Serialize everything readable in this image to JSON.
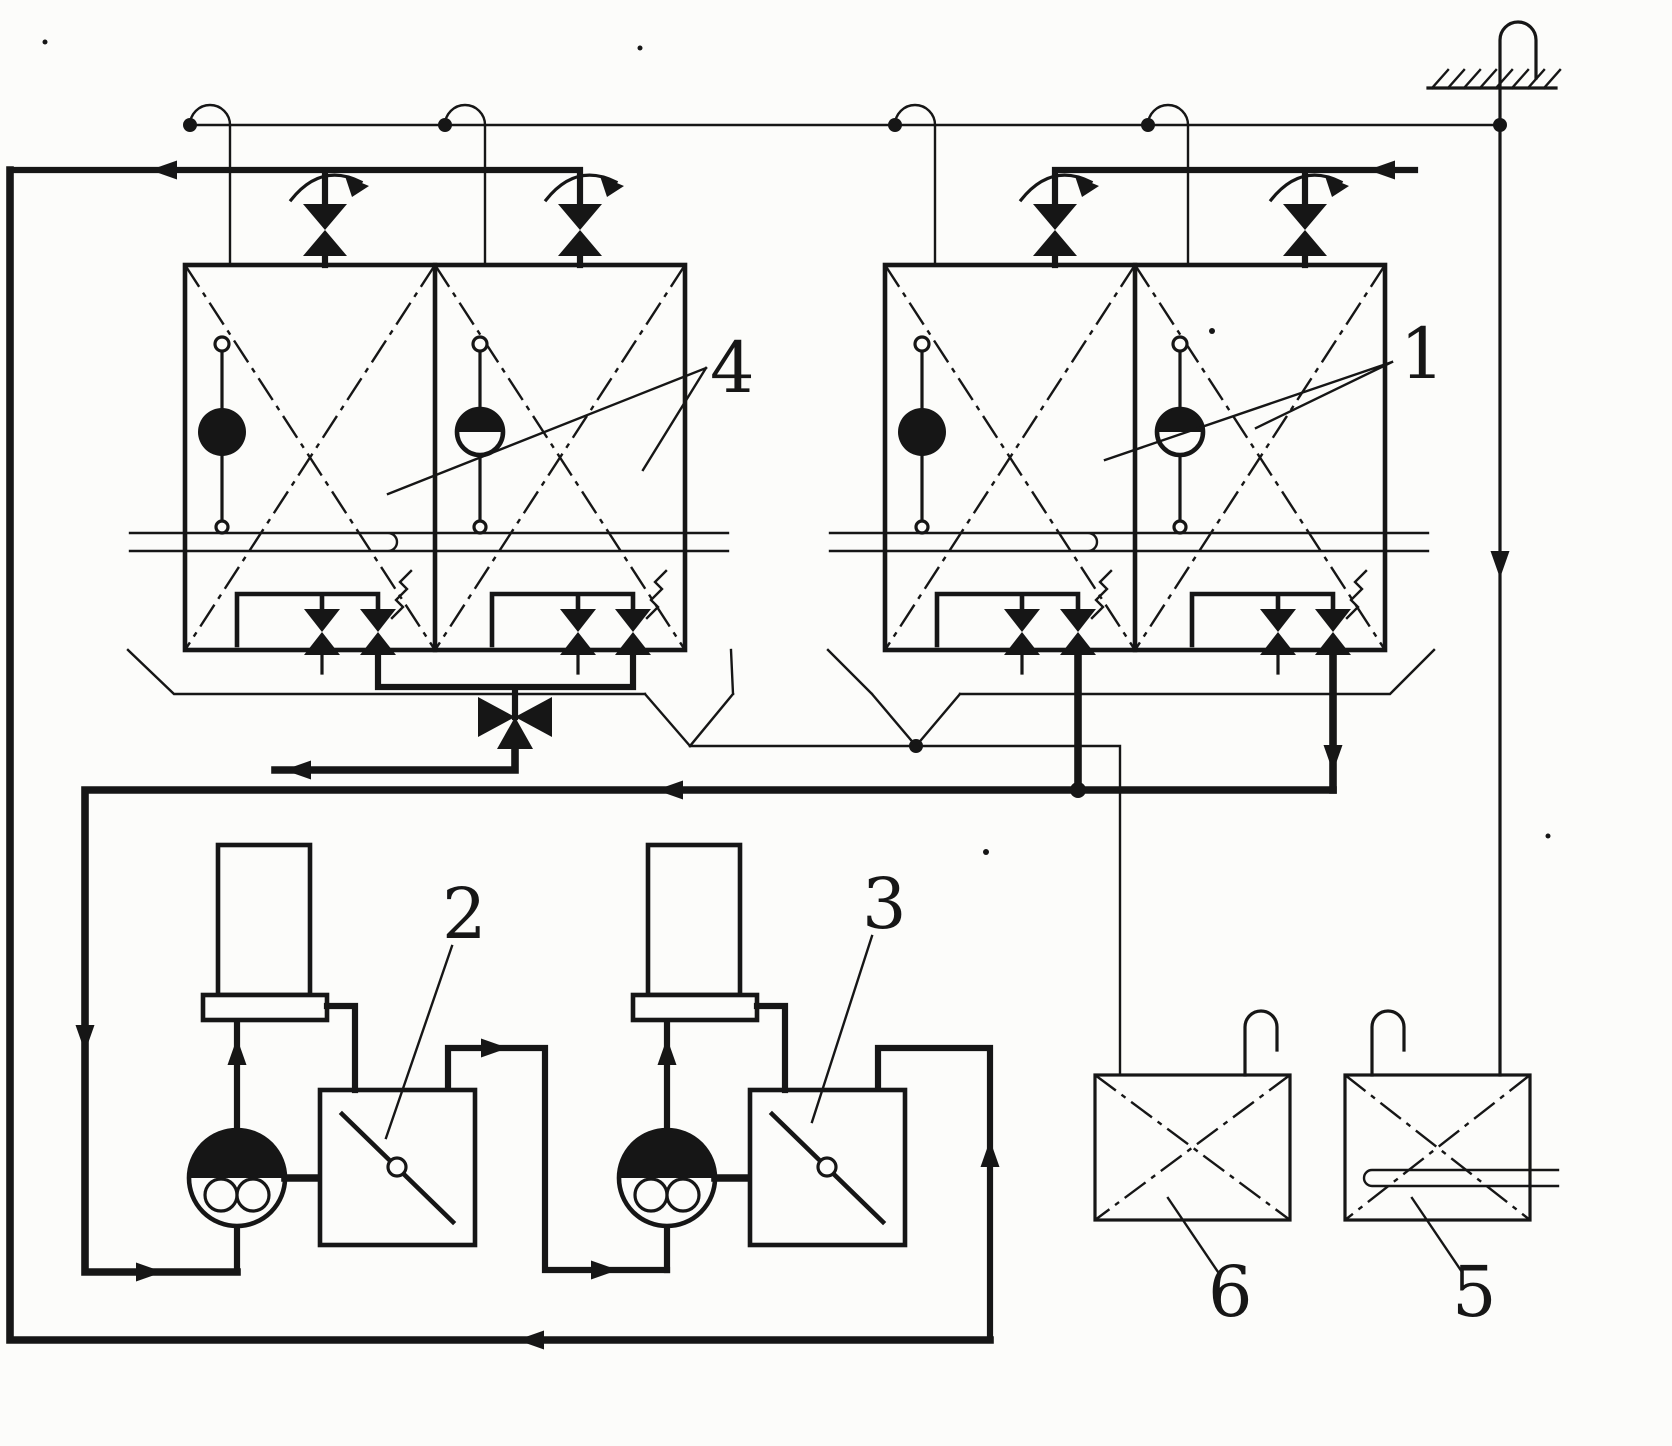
{
  "colors": {
    "ink": "#161616",
    "paper": "#fcfcfa"
  },
  "labels": {
    "one": "1",
    "two": "2",
    "three": "3",
    "four": "4",
    "five": "5",
    "six": "6"
  }
}
